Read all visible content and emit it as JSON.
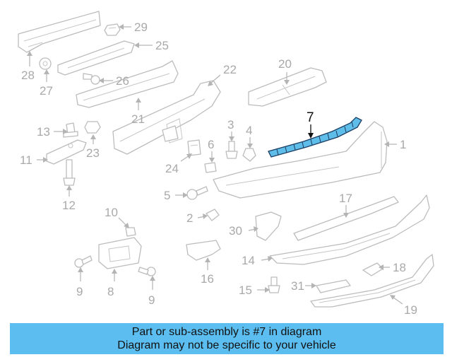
{
  "diagram": {
    "highlight_color": "#5fbde9",
    "callout_color": "#a9a9a9",
    "highlighted_callout": "7",
    "callouts": [
      "29",
      "25",
      "28",
      "27",
      "26",
      "20",
      "22",
      "21",
      "13",
      "23",
      "7",
      "3",
      "4",
      "1",
      "6",
      "11",
      "24",
      "5",
      "12",
      "17",
      "10",
      "2",
      "30",
      "14",
      "8",
      "18",
      "9",
      "9",
      "16",
      "15",
      "31",
      "19"
    ]
  },
  "banner": {
    "background": "#5cbef0",
    "line1": "Part or sub-assembly is #7 in diagram",
    "line2": "Diagram may not be specific to your vehicle"
  }
}
